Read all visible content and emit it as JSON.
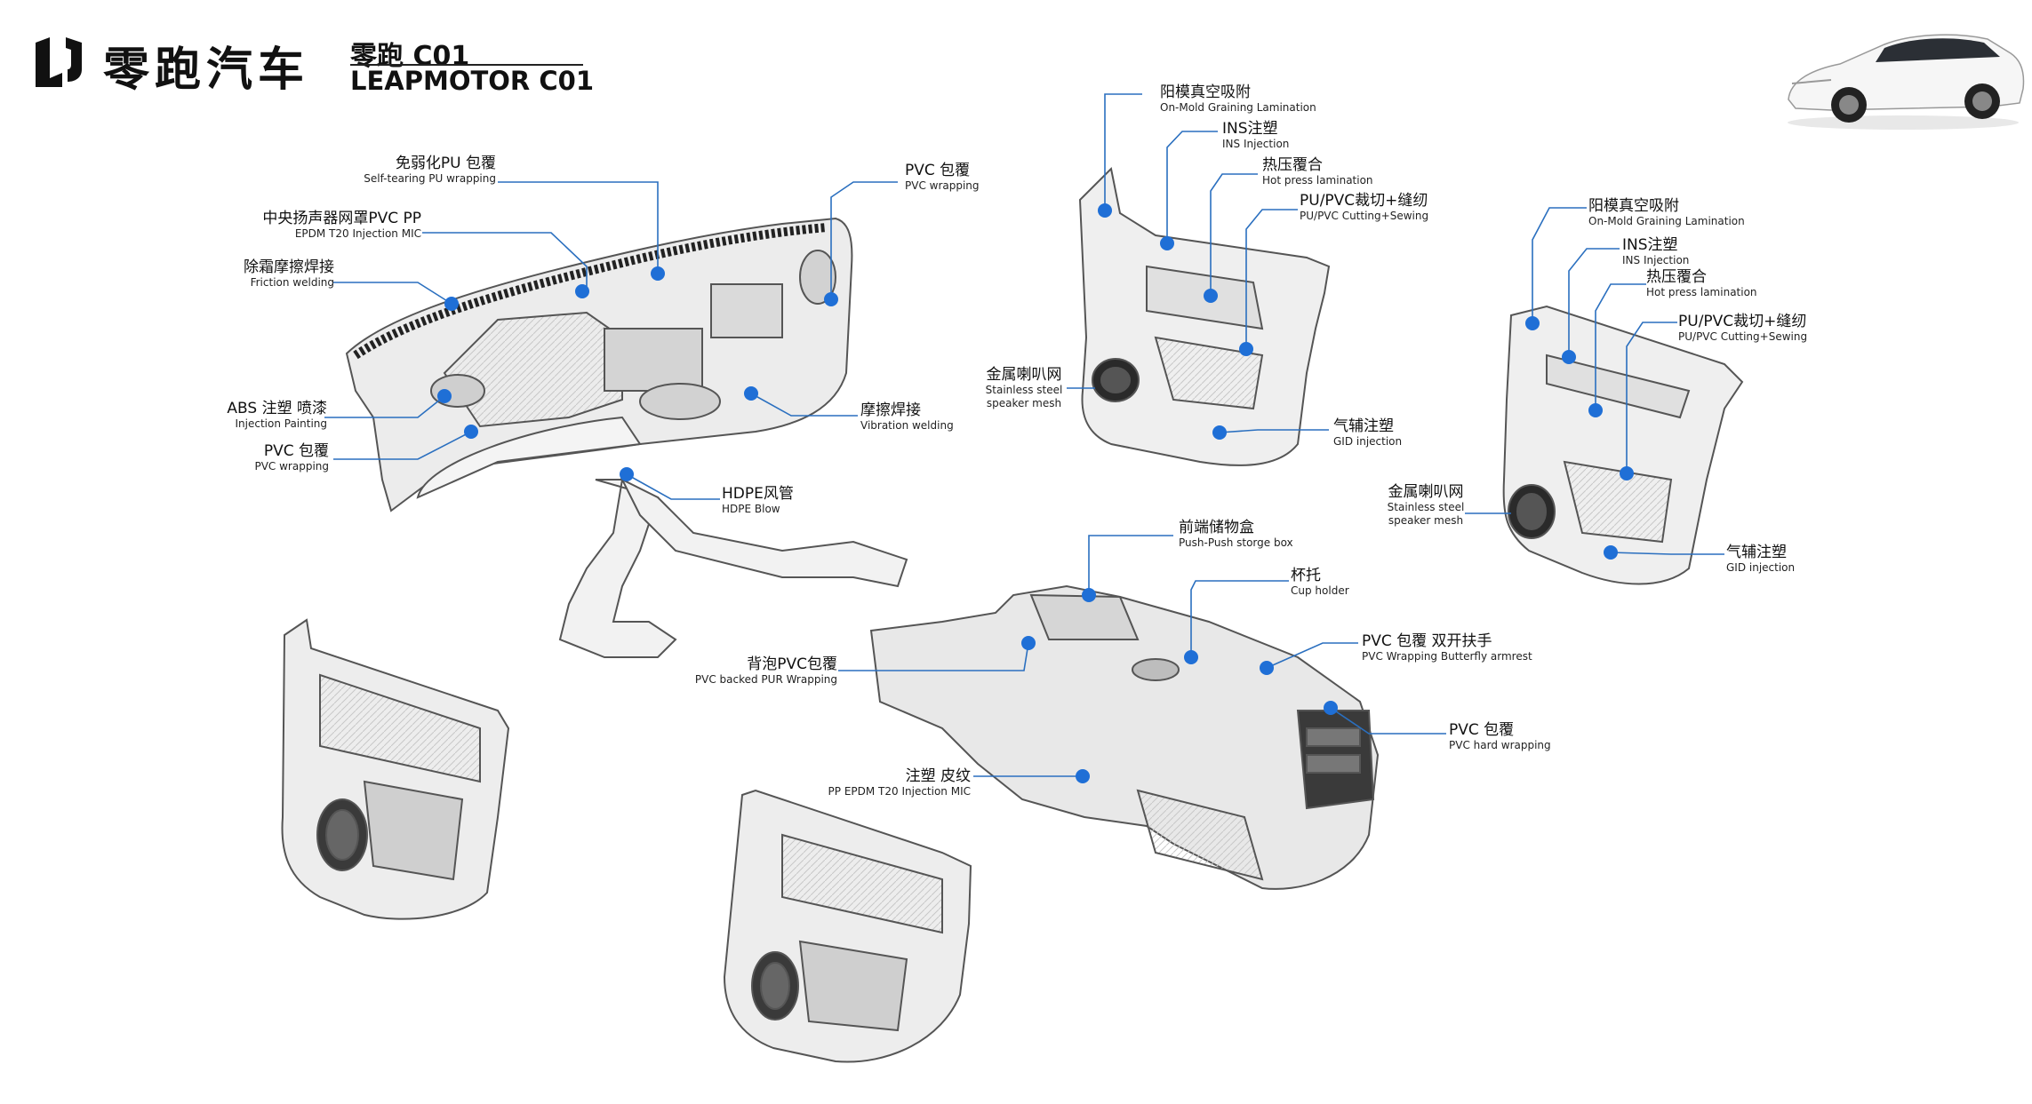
{
  "brand": {
    "name": "零跑汽车",
    "model_cn": "零跑 C01",
    "model_en": "LEAPMOTOR C01"
  },
  "colors": {
    "callout": "#1f6fd6",
    "leader_line": "#2a6fbf",
    "part_fill": "#e6e6e6",
    "part_stroke": "#555555",
    "car_body": "#f2f2f2"
  },
  "callouts": {
    "ip_self_tearing": {
      "cn": "免弱化PU 包覆",
      "en": "Self-tearing PU wrapping"
    },
    "ip_speaker_grille": {
      "cn": "中央扬声器网罩PVC PP",
      "en": "EPDM T20 Injection MIC"
    },
    "ip_friction_weld": {
      "cn": "除霜摩擦焊接",
      "en": "Friction welding"
    },
    "ip_abs": {
      "cn": "ABS 注塑 喷漆",
      "en": "Injection  Painting"
    },
    "ip_pvc_left": {
      "cn": "PVC 包覆",
      "en": "PVC wrapping"
    },
    "ip_pvc_right": {
      "cn": "PVC 包覆",
      "en": "PVC wrapping"
    },
    "ip_vibration_weld": {
      "cn": "摩擦焊接",
      "en": "Vibration welding"
    },
    "ip_hdpe": {
      "cn": "HDPE风管",
      "en": "HDPE Blow"
    },
    "fd_on_mold": {
      "cn": "阳模真空吸附",
      "en": "On-Mold Graining Lamination"
    },
    "fd_ins": {
      "cn": "INS注塑",
      "en": "INS Injection"
    },
    "fd_hot_press": {
      "cn": "热压覆合",
      "en": "Hot press lamination"
    },
    "fd_cut_sew": {
      "cn": "PU/PVC裁切+缝纫",
      "en": "PU/PVC Cutting+Sewing"
    },
    "fd_speaker": {
      "cn": "金属喇叭网",
      "en_line1": "Stainless steel",
      "en_line2": "speaker mesh"
    },
    "fd_gid": {
      "cn": "气辅注塑",
      "en": "GID injection"
    },
    "rd_on_mold": {
      "cn": "阳模真空吸附",
      "en": "On-Mold Graining Lamination"
    },
    "rd_ins": {
      "cn": "INS注塑",
      "en": "INS Injection"
    },
    "rd_hot_press": {
      "cn": "热压覆合",
      "en": "Hot press lamination"
    },
    "rd_cut_sew": {
      "cn": "PU/PVC裁切+缝纫",
      "en": "PU/PVC Cutting+Sewing"
    },
    "rd_speaker": {
      "cn": "金属喇叭网",
      "en_line1": "Stainless steel",
      "en_line2": "speaker mesh"
    },
    "rd_gid": {
      "cn": "气辅注塑",
      "en": "GID injection"
    },
    "cc_storage": {
      "cn": "前端储物盒",
      "en": "Push-Push storge box"
    },
    "cc_cup": {
      "cn": "杯托",
      "en": "Cup holder"
    },
    "cc_armrest": {
      "cn": "PVC 包覆 双开扶手",
      "en": "PVC Wrapping  Butterfly armrest"
    },
    "cc_backed": {
      "cn": "背泡PVC包覆",
      "en": "PVC backed PUR Wrapping"
    },
    "cc_pvc_hard": {
      "cn": "PVC 包覆",
      "en": "PVC hard wrapping"
    },
    "cc_injection": {
      "cn": "注塑 皮纹",
      "en": "PP EPDM T20 Injection  MIC"
    }
  }
}
